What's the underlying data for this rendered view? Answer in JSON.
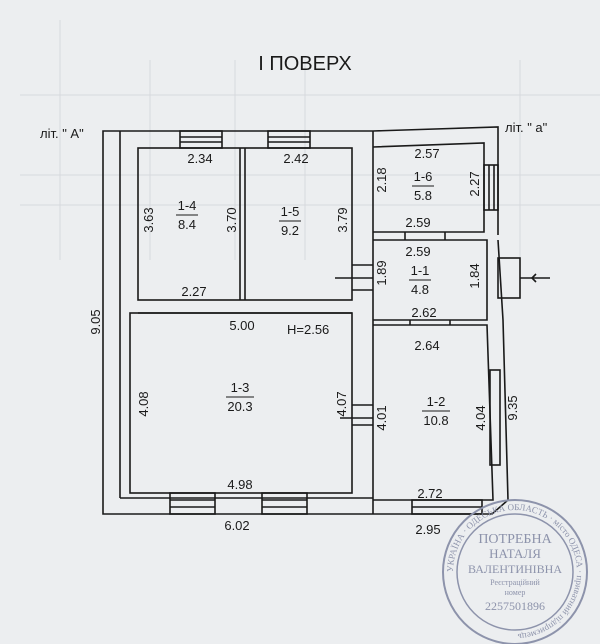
{
  "title": "І ПОВЕРХ",
  "labels": {
    "lit_A": "літ. \" А\"",
    "lit_a": "літ. \" а\"",
    "height": "H=2.56"
  },
  "rooms": [
    {
      "id": "1-4",
      "area": "8.4"
    },
    {
      "id": "1-5",
      "area": "9.2"
    },
    {
      "id": "1-6",
      "area": "5.8"
    },
    {
      "id": "1-1",
      "area": "4.8"
    },
    {
      "id": "1-3",
      "area": "20.3"
    },
    {
      "id": "1-2",
      "area": "10.8"
    }
  ],
  "dimensions": {
    "d_234": "2.34",
    "d_242": "2.42",
    "d_257": "2.57",
    "d_218": "2.18",
    "d_227v": "2.27",
    "d_363": "3.63",
    "d_370": "3.70",
    "d_379": "3.79",
    "d_259a": "2.59",
    "d_259b": "2.59",
    "d_189": "1.89",
    "d_184": "1.84",
    "d_227h": "2.27",
    "d_905": "9.05",
    "d_262": "2.62",
    "d_500": "5.00",
    "d_264": "2.64",
    "d_408": "4.08",
    "d_407": "4.07",
    "d_401": "4.01",
    "d_404": "4.04",
    "d_935": "9.35",
    "d_498": "4.98",
    "d_272": "2.72",
    "d_602": "6.02",
    "d_295": "2.95"
  },
  "stamp": {
    "line1": "ПОТРЕБНА",
    "line2": "НАТАЛЯ",
    "line3": "ВАЛЕНТИНІВНА",
    "line4": "Реєстраційний",
    "line5": "номер",
    "number": "2257501896",
    "ring": "УКРАЇНА · ОДЕСЬКА ОБЛАСТЬ · місто ОДЕСА · приватний підприємець"
  },
  "colors": {
    "ink": "#1a1a1a",
    "paper": "#eceef0",
    "stamp": "#8d93ab"
  }
}
